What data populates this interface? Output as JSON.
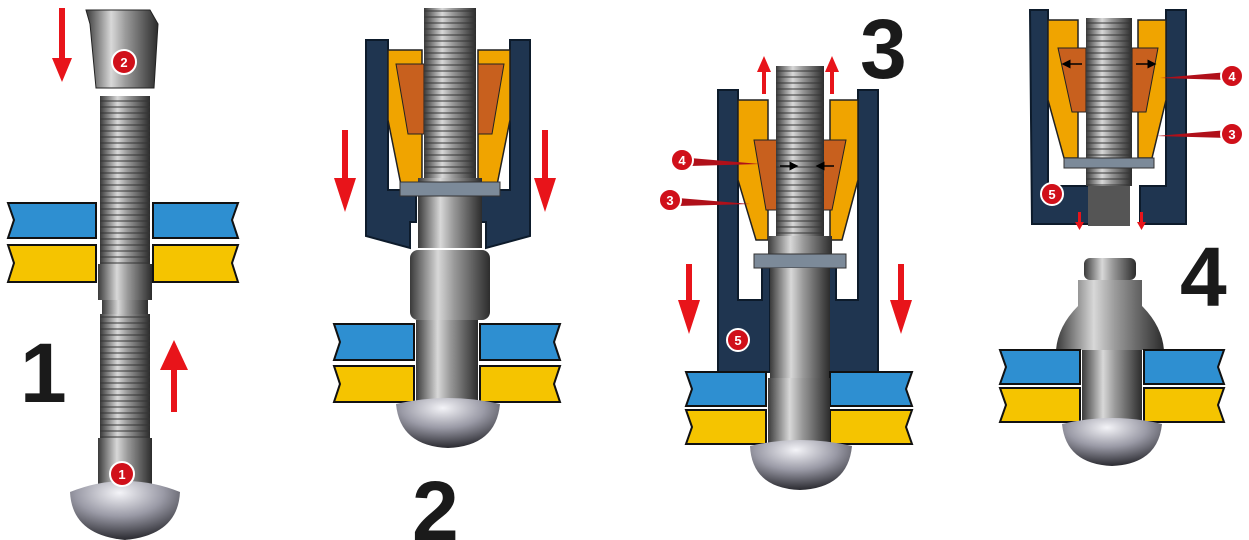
{
  "steps": [
    {
      "label": "1"
    },
    {
      "label": "2"
    },
    {
      "label": "3"
    },
    {
      "label": "4"
    }
  ],
  "callouts": {
    "one": "1",
    "two": "2",
    "three": "3",
    "four": "4",
    "five": "5"
  },
  "colors": {
    "sheet_top": "#2e8fd1",
    "sheet_bottom": "#f5c400",
    "collet": "#f0a400",
    "jaw": "#c8601e",
    "nose": "#1f3550",
    "arrow": "#e8141a"
  }
}
